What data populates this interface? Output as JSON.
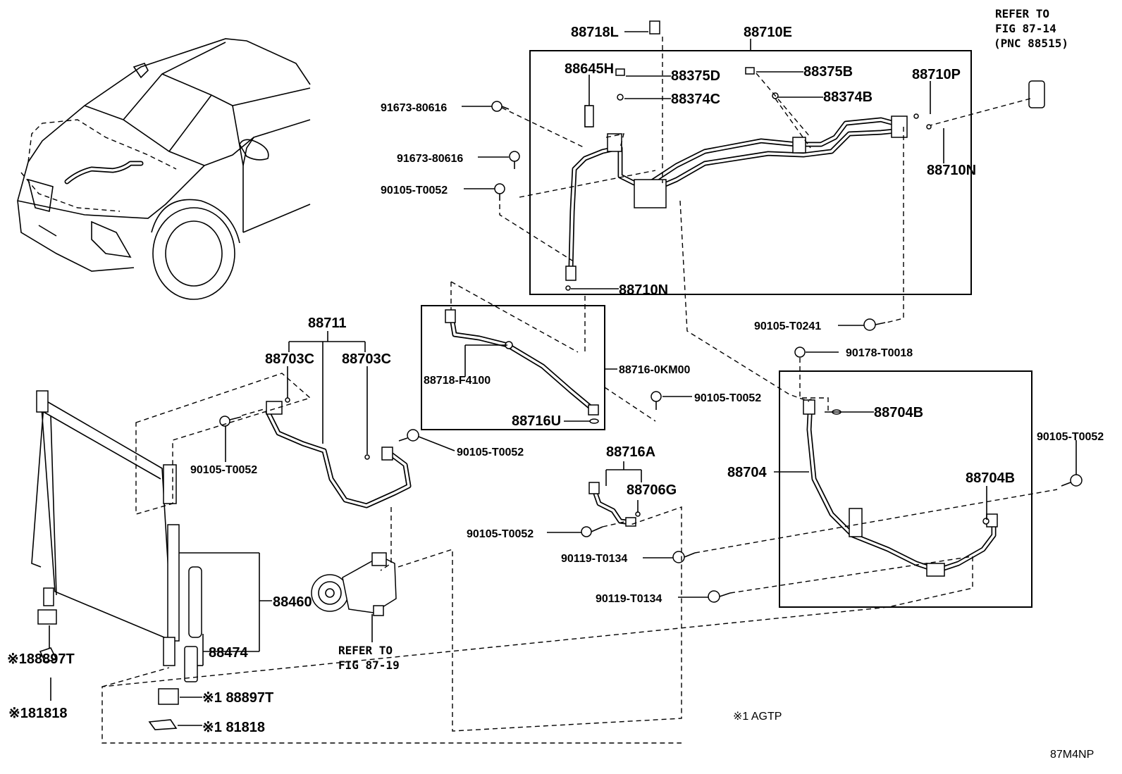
{
  "diagram": {
    "figure_code": "87M4NP",
    "note": "※1 AGTP",
    "references": {
      "fig_87_14": [
        "REFER TO",
        "FIG 87-14",
        "(PNC 88515)"
      ],
      "fig_87_19": [
        "REFER TO",
        "FIG 87-19"
      ]
    },
    "parts": {
      "p88718L": "88718L",
      "p88710E": "88710E",
      "p88645H": "88645H",
      "p88375D": "88375D",
      "p88375B": "88375B",
      "p88710P": "88710P",
      "p88374C": "88374C",
      "p88374B": "88374B",
      "p91673a": "91673-80616",
      "p91673b": "91673-80616",
      "p90105a": "90105-T0052",
      "p88710Nr": "88710N",
      "p88710Nb": "88710N",
      "p90105_0241": "90105-T0241",
      "p88711": "88711",
      "p88703Ca": "88703C",
      "p88703Cb": "88703C",
      "p88716": "88716-0KM00",
      "p88718F": "88718-F4100",
      "p88716U": "88716U",
      "p90178": "90178-T0018",
      "p90105b": "90105-T0052",
      "p88704Ba": "88704B",
      "p90105c": "90105-T0052",
      "p90105d": "90105-T0052",
      "p90105e": "90105-T0052",
      "p88716A": "88716A",
      "p88706G": "88706G",
      "p88704": "88704",
      "p88704Bb": "88704B",
      "p90105f": "90105-T0052",
      "p90119a": "90119-T0134",
      "p90119b": "90119-T0134",
      "p88460": "88460",
      "p88474": "88474",
      "p88897Ta": "※188897T",
      "p88897Tb": "※1 88897T",
      "p81818a": "※181818",
      "p81818b": "※1 81818"
    }
  }
}
